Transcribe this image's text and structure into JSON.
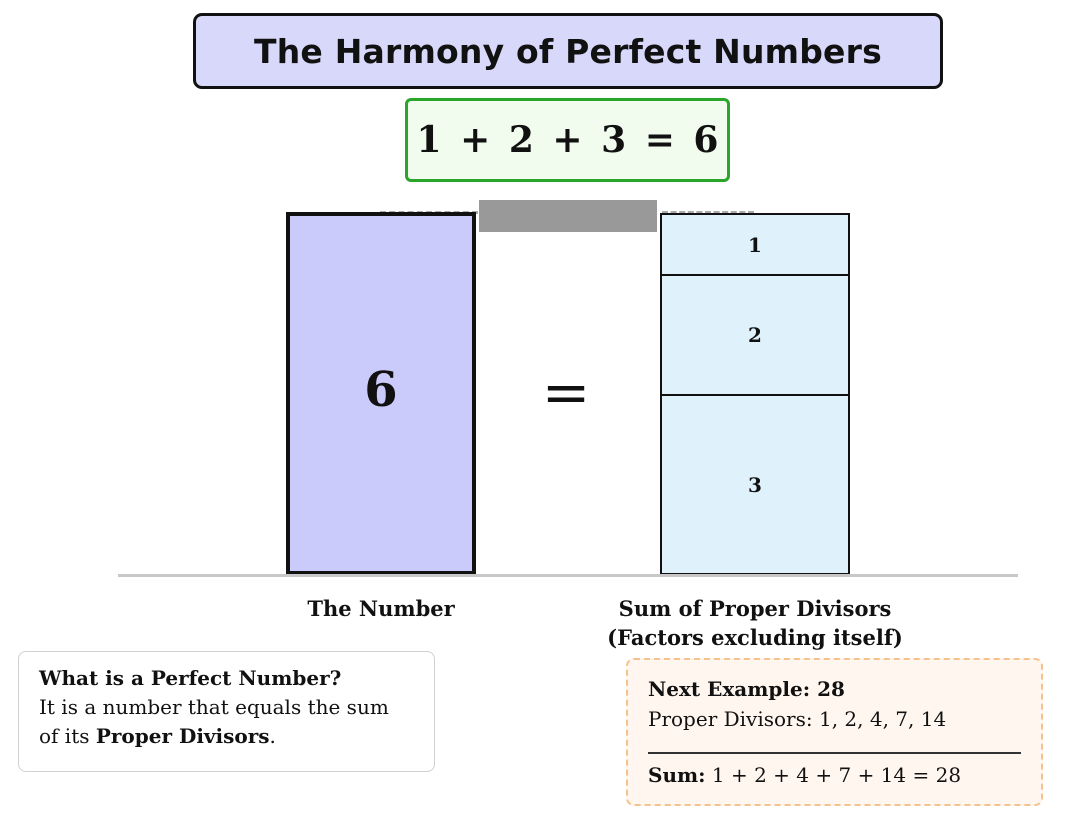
{
  "header": {
    "title": "The Harmony of Perfect Numbers",
    "equation": "1 + 2 + 3 = 6"
  },
  "diagram": {
    "number_value": "6",
    "equals_symbol": "=",
    "divisors": [
      {
        "label": "1",
        "value": 1
      },
      {
        "label": "2",
        "value": 2
      },
      {
        "label": "3",
        "value": 3
      }
    ],
    "left_label": "The Number",
    "right_label_line1": "Sum of Proper Divisors",
    "right_label_line2": "(Factors excluding itself)",
    "colors": {
      "number_fill": "#cbcbfb",
      "divisor_fill": "#dff2fb",
      "title_fill": "#d8d8fb",
      "equation_border": "#2aa52a",
      "gray_bar": "#999999"
    }
  },
  "info": {
    "heading": "What is a Perfect Number?",
    "line1": "It is a number that equals the sum",
    "line2_prefix": "of its ",
    "line2_bold": "Proper Divisors",
    "line2_suffix": "."
  },
  "example": {
    "heading": "Next Example: 28",
    "divisors_label": "Proper Divisors:",
    "divisors_values": "1, 2, 4, 7, 14",
    "sum_label": "Sum:",
    "sum_expression": "1 + 2 + 4 + 7 + 14 = 28"
  }
}
